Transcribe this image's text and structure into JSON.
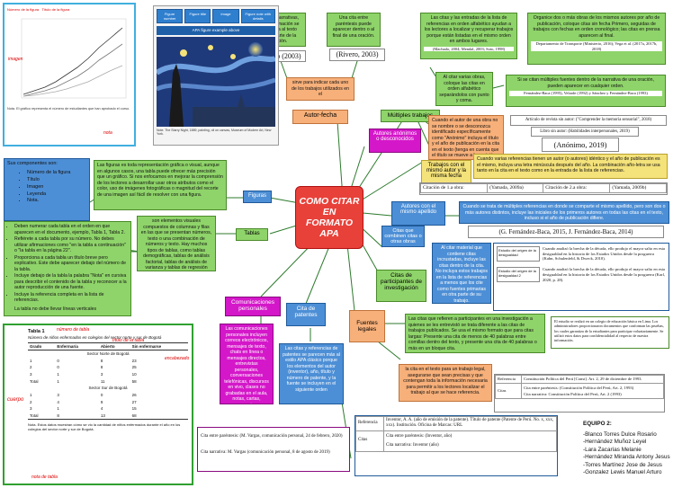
{
  "center": {
    "title": "COMO CITAR EN FORMATO APA"
  },
  "nodes": {
    "autor_fecha": "Autor-fecha",
    "multiples_trabajos": "Múltiples trabajos",
    "autores_anonimos": "Autores anónimos o desconocidos",
    "trabajos_mismo_autor": "Trabajos con el mismo autor y la misma fecha",
    "autores_mismo_apellido": "Autores con el mismo apellido",
    "citas_combinan": "Citas que combinen citas o otras obras",
    "citas_participantes": "Citas de participantes de investigación",
    "fuentes_legales": "Fuentes legales",
    "cita_patentes": "Cita de patentes",
    "comunicaciones": "Comunicaciones personales",
    "figuras": "Figuras",
    "tablas": "Tablas"
  },
  "texts": {
    "narrativas": "En citas narrativas, esta información se incorpora al texto como parte de la oración.",
    "parentesis": "Una cita entre paréntesis puede aparecer dentro o al final de una oración.",
    "rivero1": "Rivero (2003)",
    "rivero2": "(Rivero, 2003)",
    "sirve": "sirve para indicar cada uno de los trabajos utilizados en el",
    "multiples_desc": "Las citas y las entradas de la lista de referencias en orden alfabético ayudan a los lectores a localizar y recuperar trabajos porque están listadas en el mismo orden en ambos lugares.",
    "multiples_ej": "(Machado, 2004; Mendal, 2003; Soto, 1998)",
    "organice": "Organice dos o más obras de los mismos autores por año de publicación, coloque citas sin fecha Primero, seguidas de trabajos con fechas en orden cronológico; las citas en prensa aparecen al final.",
    "organice_ej": "Departamento de Transporte (Ministerio, 2016); Vega et al. (2017a, 2017b, 2018)",
    "al_citar": "Al citar varias obras, coloque las citas en orden alfabético separándolos con punto y coma.",
    "si_se_citan": "Si se citan múltiples fuentes dentro de la narrativa de una oración, pueden aparecer en cualquier orden.",
    "si_se_citan_ej": "Fernández-Baca (1995), Velarde (1992) y Sánchez y Fernández-Baca (1993)",
    "anonimo_desc": "Cuando el autor de una obra no se nombre o se desconozca identificado específicamente como \"Anónimo\" incluya el título y el año de publicación en la cita en el texto (tenga en cuenta que el título se mueve a la posición de autor en la entrada de la lista de referencias).",
    "anonimo_ej1": "Artículo de revista sin autor: (\"Comprender la memoria sensorial\", 2018)",
    "anonimo_ej2": "Libro sin autor: (Habilidades interpersonales, 2019)",
    "anonimo_ej3": "(Anónimo, 2019)",
    "misma_fecha_desc": "Cuando varias referencias tienen un autor (o autores) idéntico y el año de publicación es el mismo, incluya una letra minúscula después del año. La combinación año-letra se usa tanto en la cita en el texto como en la entrada de la lista de referencias.",
    "misma_fecha_c1": "Citación de 1.a obra:",
    "misma_fecha_c2": "(Yamada, 2009a)",
    "misma_fecha_c3": "Citación de 2.a obra:",
    "misma_fecha_c4": "(Yamada, 2009b)",
    "apellido_desc": "Cuando se trata de múltiples referencias en donde se comparte el mismo apellido, pero son dos o más autores distintos, incluye las iniciales de los primeros autores en todas las citas en el texto, incluso si el año de publicación difiere.",
    "apellido_ej": "(G. Fernández-Baca, 2015, J. Fernández-Baca, 2014)",
    "combinan_desc": "Al citar material que contiene citas incrustadas, incluye las citas dentro de la cita. No incluya estos trabajos en la lista de referencias a menos que los cite como fuentes primarias en otra parte de su trabajo.",
    "combinan_lbl1": "Estudio del origen de la desigualdad",
    "combinan_lbl2": "Estudio del origen de la desigualdad 2",
    "combinan_ej1": "Cuando analizó la brecha de la década, ello produjo el mayor salto en esta desigualdad en la historia de los Estados Unidos desde la posguerra (Kahn, Schulenfeld, & Dweck, 2010).",
    "combinan_ej2": "Cuando analizó la brecha de la década, ello produjo el mayor salto en esta desigualdad en la historia de los Estados Unidos desde la posguerra (Karl, 2020, p. 28).",
    "participantes_desc": "Las citas que refieren a participantes en una investigación a quienes se les entrevistó se trata diferente a las citas de trabajos publicados. Se usa el mismo formato que para citas largas: Presente una cita de menos de 40 palabras entre comillas dentro del texto, y presente una cita de 40 palabras o más en un bloque cita.",
    "participantes_ej": "El estudio se realizó en un colegio de educación básica en Lima. Los administradores proporcionaron documentos que conforman las pruebas, los cuales garantiza de la estudiantes para participar voluntariamente. Se utilizó estos datos para confidencialidad al respecto de nuestra información.",
    "legales_desc": "la cita en el texto para un trabajo legal, asegurarse que sean precisas y que contengan toda la información necesaria para permitir a los lectores localizar el trabajo al que se hace referencia.",
    "legales_ref_lbl": "Referencia",
    "legales_ref": "Constitución Política del Perú [Const]. Art. 2, 29 de diciembre de 1993.",
    "legales_cit_lbl": "Citas",
    "legales_cit1": "Cita entre paréntesis: (Constitución Política del Perú, Art. 2, 1993)",
    "legales_cit2": "Cita narrativa: Constitución Política del Perú, Art. 2 (1993)",
    "patentes_desc": "Las citas y referencias de patentes se parecen más al estilo APA clásico porque los elementos del autor (inventor), año, título y número de patente, y la fuente se incluyen en el siguiente orden",
    "patentes_ref_lbl": "Referencia",
    "patentes_ref": "Inventor, A. A. (año de emisión de la patente). Título de patente (Patente de Perú. No. x, xxx, xxx). Institución. Oficina de Marcas: URL",
    "patentes_cit_lbl": "Citas",
    "patentes_cit1": "Cita entre paréntesis: (Inventor, año)",
    "patentes_cit2": "Cita narrativa: Inventor (año)",
    "comunic_desc": "Las comunicaciones personales incluyen correos electrónicos, mensajes de texto, chats en línea o mensajes directos, entrevistas personales, conversaciones telefónicas, discursos en vivo, clases no grabadas en el aula, notas, cartas, mensajes",
    "comunic_ej1": "Cita entre paréntesis: (M. Vargas, comunicación personal, 24 de febrero, 2020)",
    "comunic_ej2": "Cita narrativa: M. Vargas (comunicación personal, 8 de agosto de 2019)",
    "figuras_desc": "Las figuras es toda representación gráfica o visual, aunque en algunos casos, una tabla puede ofrecer más precisión que un gráfico. Si nos enfocamos en mejorar la comprensión de los lectores a desarrollar usar otros atributos como el color, uso de imágenes fotográficas o magnitud del recorte de una imagen así fácil de resolver con una figura.",
    "componentes_title": "Sus componentes son:",
    "componentes": [
      "Número de la figura",
      "Título",
      "Imagen",
      "Leyenda",
      "Nota."
    ],
    "tablas_desc": "son elementos visuales compuestos de columnas y filas en las que se presentan números, texto o una combinación de números y texto. Hay muchos tipos de tablas, como tablas demográficas, tablas de análisis factorial, tablas de análisis de varianza y tablas de regresión",
    "tablas_list": [
      "Deben numerar cada tabla en el orden en que aparecen en el documento, ejemplo, Tabla 1, Tabla 2.",
      "Refiérete a cada tabla por su número. No debes utilizar afirmaciones como \"en la tabla a continuación\" o \"la tabla en la página 22\".",
      "Proporciona a cada tabla un título breve pero explicativo. Este debe aparecer debajo del número de la tabla.",
      "Incluye debajo de la tabla la palabra \"Nota\" en cursiva para describir el contenido de la tabla y reconocer a la autor reproducción de una fuente.",
      "Incluye la referencia completa en la lista de referencias."
    ],
    "tablas_last": "La tabla no debe llevar líneas verticales"
  },
  "figure_example": {
    "buttons": [
      "Figure number",
      "Figure title",
      "Image",
      "Figure note with details"
    ],
    "title": "APA figure example above",
    "labels": [
      "Número de la figura",
      "Título de la figura",
      "imagen",
      "nota"
    ],
    "note": "Nota. El gráfico representa el número de estudiantes que han aprobado el curso."
  },
  "table_example": {
    "title": "Tabla 1",
    "subtitle": "Número de niños enfermados en colegios del sector norte y sur de Bogotá",
    "headers": [
      "Grado",
      "Enfermaría",
      "Abierto",
      "Sin enfermarse"
    ],
    "section1": "Sector Norte de Bogotá",
    "rows1": [
      [
        "1",
        "0",
        "8",
        "23"
      ],
      [
        "2",
        "0",
        "8",
        "25"
      ],
      [
        "3",
        "1",
        "3",
        "10"
      ],
      [
        "Total",
        "1",
        "11",
        "58"
      ]
    ],
    "section2": "Sector Sur de Bogotá",
    "rows2": [
      [
        "1",
        "3",
        "0",
        "26"
      ],
      [
        "2",
        "4",
        "9",
        "27"
      ],
      [
        "3",
        "1",
        "4",
        "15"
      ],
      [
        "Total",
        "8",
        "13",
        "68"
      ]
    ],
    "note": "Nota. Estos datos muestran cómo se vio la cantidad de niños enfermados durante el año en los colegios del sector norte y sur de Bogotá.",
    "labels": {
      "numero": "número de tabla",
      "titulo": "título de la tabla",
      "encabezado": "encabezado",
      "cuerpo": "cuerpo",
      "nota": "nota de tabla"
    }
  },
  "team": {
    "title": "EQUIPO 2:",
    "members": [
      "-Blanco Torres Dulce Rosario",
      "-Hernández Muñoz Leyel",
      "-Lara Zacarías Melanie",
      "-Hernández Miranda Antony Jesus",
      "-Torres Martínez Jose de Jesus",
      "-Gonzalez Lewis Manuel Arturo"
    ]
  },
  "colors": {
    "center": "#e8413a",
    "green": "#8fd46a",
    "orange": "#f7b07a",
    "blue": "#4d8fd6",
    "magenta": "#d417c9",
    "yellow": "#f4e27a"
  }
}
